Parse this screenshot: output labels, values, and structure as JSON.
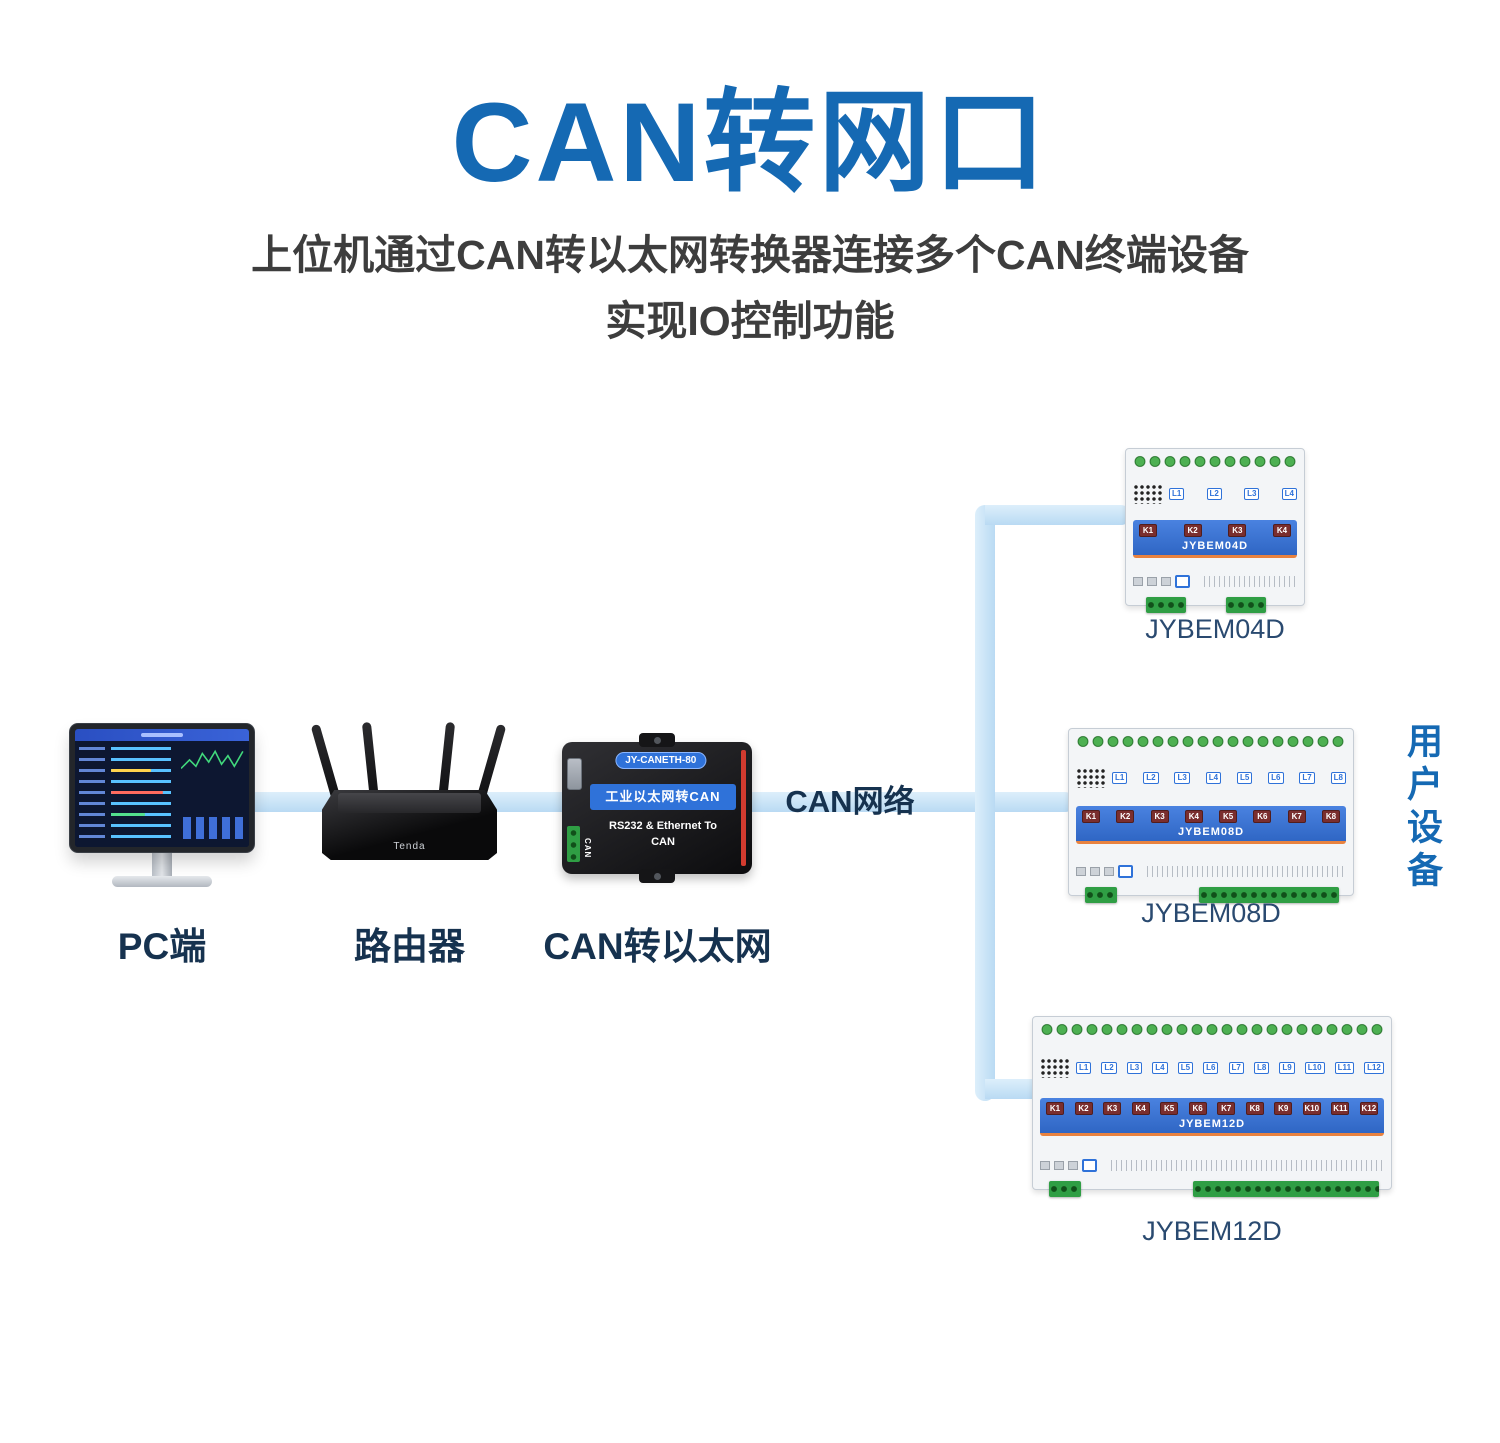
{
  "header": {
    "title": "CAN转网口",
    "subtitle_line1": "上位机通过CAN转以太网转换器连接多个CAN终端设备",
    "subtitle_line2": "实现IO控制功能"
  },
  "devices": {
    "pc": {
      "label": "PC端"
    },
    "router": {
      "label": "路由器",
      "brand": "Tenda"
    },
    "converter": {
      "label": "CAN转以太网",
      "model": "JY-CANETH-80",
      "panel_title": "工业以太网转CAN",
      "panel_subtitle": "RS232 & Ethernet To",
      "panel_subtitle2": "CAN",
      "port_label": "CAN"
    }
  },
  "network": {
    "label": "CAN网络"
  },
  "user_devices": {
    "group_label": "用户设备",
    "modules": [
      {
        "name": "JYBEM04D",
        "caption": "JYBEM04D",
        "loads": [
          "L1",
          "L2",
          "L3",
          "L4"
        ],
        "relays": [
          "K1",
          "K2",
          "K3",
          "K4"
        ]
      },
      {
        "name": "JYBEM08D",
        "caption": "JYBEM08D",
        "loads": [
          "L1",
          "L2",
          "L3",
          "L4",
          "L5",
          "L6",
          "L7",
          "L8"
        ],
        "relays": [
          "K1",
          "K2",
          "K3",
          "K4",
          "K5",
          "K6",
          "K7",
          "K8"
        ]
      },
      {
        "name": "JYBEM12D",
        "caption": "JYBEM12D",
        "loads": [
          "L1",
          "L2",
          "L3",
          "L4",
          "L5",
          "L6",
          "L7",
          "L8",
          "L9",
          "L10",
          "L11",
          "L12"
        ],
        "relays": [
          "K1",
          "K2",
          "K3",
          "K4",
          "K5",
          "K6",
          "K7",
          "K8",
          "K9",
          "K10",
          "K11",
          "K12"
        ]
      }
    ]
  },
  "colors": {
    "title-blue": "#1569b3",
    "subtitle-gray": "#3d3d3d",
    "label-navy": "#16324f",
    "caption-slate": "#2a4a70",
    "band-blue": "#2f72d9",
    "terminal-green": "#2f9e44",
    "relay-maroon": "#7a2e2e",
    "accent-orange": "#e8823f"
  }
}
